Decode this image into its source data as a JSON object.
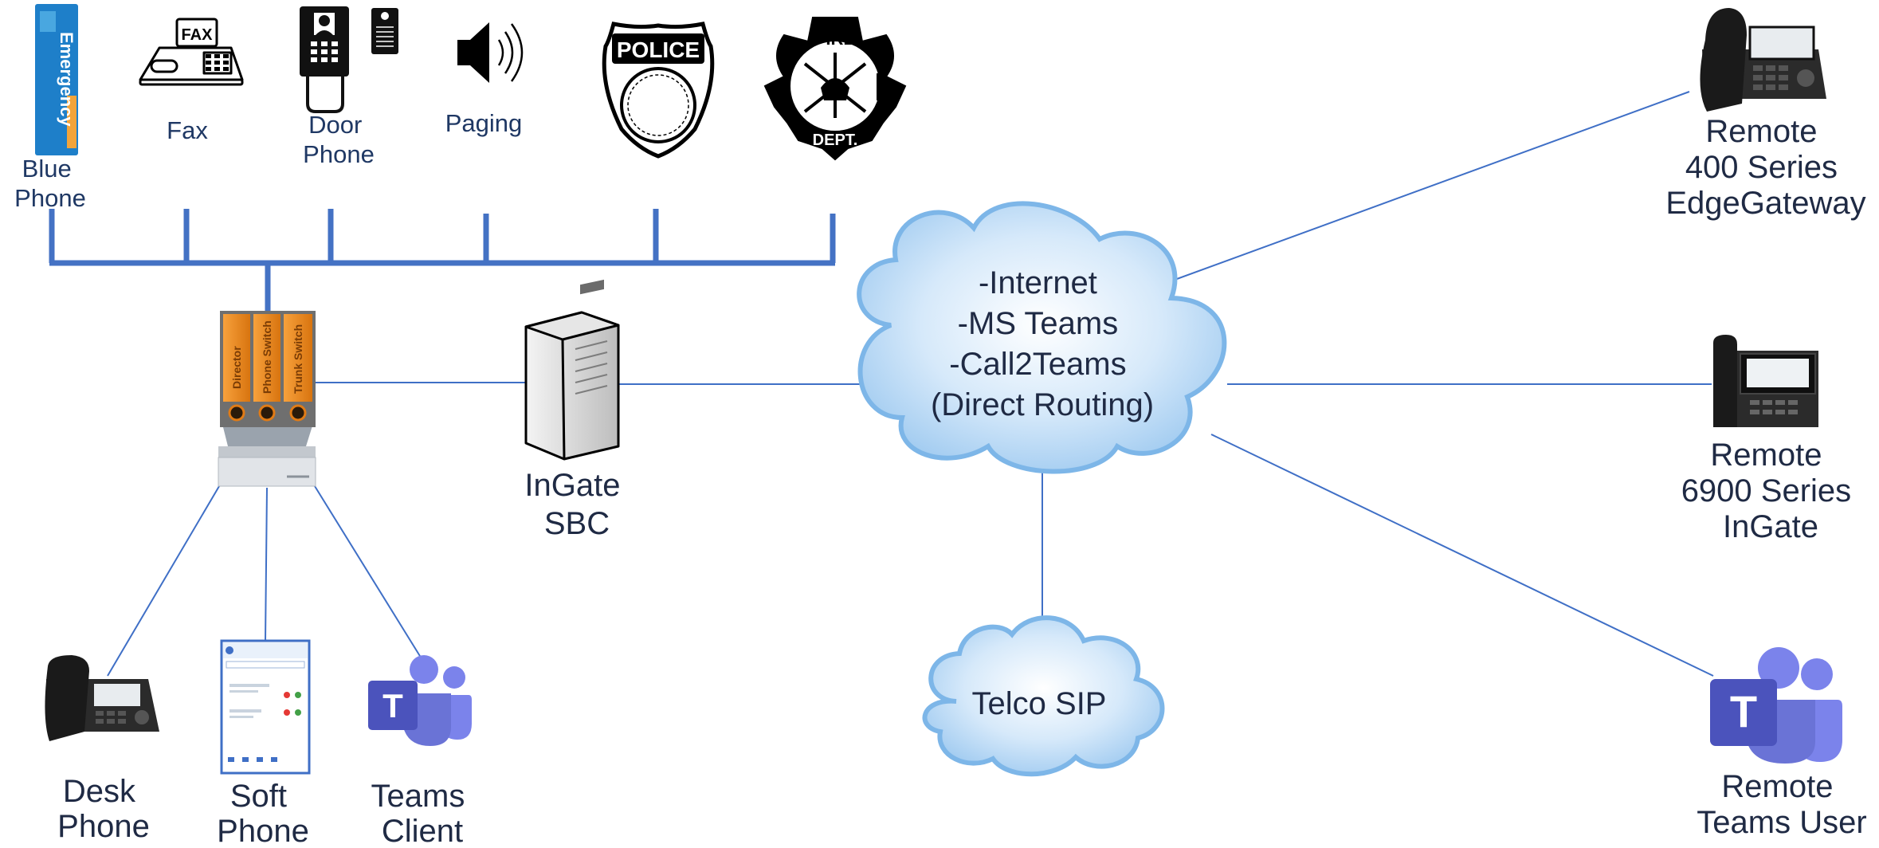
{
  "colors": {
    "bus": "#4472c4",
    "link": "#3f6fc6",
    "label": "#1f3864",
    "cloud_fill": "#bfdaf3",
    "cloud_edge": "#8fc0ec",
    "teams": "#5059c9",
    "appliance": "#ef8a1e"
  },
  "labels": {
    "blue_phone": [
      "Blue",
      "Phone"
    ],
    "fax": [
      "Fax"
    ],
    "door_phone": [
      "Door",
      "Phone"
    ],
    "paging": [
      "Paging"
    ],
    "ingate_sbc": [
      "InGate",
      "SBC"
    ],
    "desk_phone": [
      "Desk",
      "Phone"
    ],
    "soft_phone": [
      "Soft",
      "Phone"
    ],
    "teams_client": [
      "Teams",
      "Client"
    ],
    "remote_400": [
      "Remote",
      "400 Series",
      "EdgeGateway"
    ],
    "remote_6900": [
      "Remote",
      "6900 Series",
      "InGate"
    ],
    "remote_teams": [
      "Remote",
      "Teams User"
    ]
  },
  "clouds": {
    "internet": [
      "-Internet",
      "-MS Teams",
      "-Call2Teams",
      "(Direct Routing)"
    ],
    "telco": [
      "Telco SIP"
    ]
  },
  "icon_text": {
    "emergency": "Emergency",
    "fax": "FAX",
    "police": "POLICE",
    "fire_top": "FIRE",
    "fire_bottom": "DEPT.",
    "teams_letter": "T",
    "appliance_slots": [
      "Director",
      "Phone Switch",
      "Trunk Switch"
    ]
  },
  "icons": [
    "emergency-phone-icon",
    "fax-icon",
    "door-phone-icon",
    "paging-speaker-icon",
    "police-badge-icon",
    "fire-dept-icon",
    "phone-system-appliance-icon",
    "server-icon",
    "desk-phone-icon",
    "soft-phone-app-icon",
    "teams-icon",
    "cloud-icon"
  ]
}
